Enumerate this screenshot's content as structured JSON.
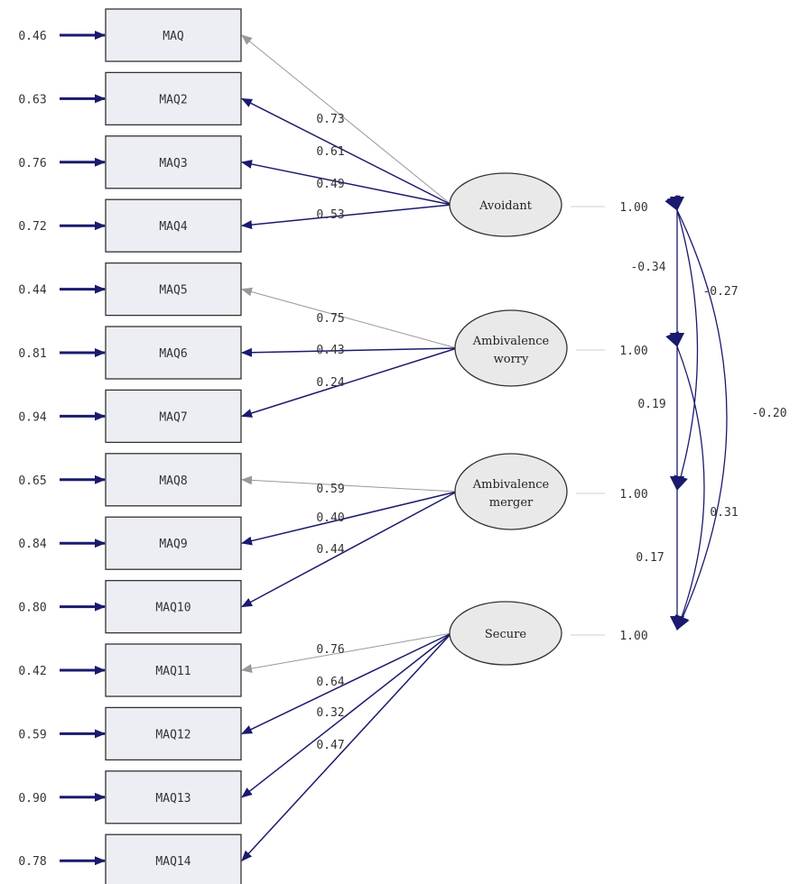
{
  "indicators": [
    {
      "label": "MAQ",
      "error": "0.46"
    },
    {
      "label": "MAQ2",
      "error": "0.63"
    },
    {
      "label": "MAQ3",
      "error": "0.76"
    },
    {
      "label": "MAQ4",
      "error": "0.72"
    },
    {
      "label": "MAQ5",
      "error": "0.44"
    },
    {
      "label": "MAQ6",
      "error": "0.81"
    },
    {
      "label": "MAQ7",
      "error": "0.94"
    },
    {
      "label": "MAQ8",
      "error": "0.65"
    },
    {
      "label": "MAQ9",
      "error": "0.84"
    },
    {
      "label": "MAQ10",
      "error": "0.80"
    },
    {
      "label": "MAQ11",
      "error": "0.42"
    },
    {
      "label": "MAQ12",
      "error": "0.59"
    },
    {
      "label": "MAQ13",
      "error": "0.90"
    },
    {
      "label": "MAQ14",
      "error": "0.78"
    }
  ],
  "factors": [
    {
      "lines": [
        "Avoidant"
      ],
      "variance": "1.00"
    },
    {
      "lines": [
        "Ambivalence",
        "worry"
      ],
      "variance": "1.00"
    },
    {
      "lines": [
        "Ambivalence",
        "merger"
      ],
      "variance": "1.00"
    },
    {
      "lines": [
        "Secure"
      ],
      "variance": "1.00"
    }
  ],
  "loadings": [
    {
      "factor": 0,
      "indicator": 0,
      "value": "0.73",
      "fixed": true
    },
    {
      "factor": 0,
      "indicator": 1,
      "value": "0.61",
      "fixed": false
    },
    {
      "factor": 0,
      "indicator": 2,
      "value": "0.49",
      "fixed": false
    },
    {
      "factor": 0,
      "indicator": 3,
      "value": "0.53",
      "fixed": false
    },
    {
      "factor": 1,
      "indicator": 4,
      "value": "0.75",
      "fixed": true
    },
    {
      "factor": 1,
      "indicator": 5,
      "value": "0.43",
      "fixed": false
    },
    {
      "factor": 1,
      "indicator": 6,
      "value": "0.24",
      "fixed": false
    },
    {
      "factor": 2,
      "indicator": 7,
      "value": "0.59",
      "fixed": true
    },
    {
      "factor": 2,
      "indicator": 8,
      "value": "0.40",
      "fixed": false
    },
    {
      "factor": 2,
      "indicator": 9,
      "value": "0.44",
      "fixed": false
    },
    {
      "factor": 3,
      "indicator": 10,
      "value": "0.76",
      "fixed": true
    },
    {
      "factor": 3,
      "indicator": 11,
      "value": "0.64",
      "fixed": false
    },
    {
      "factor": 3,
      "indicator": 12,
      "value": "0.32",
      "fixed": false
    },
    {
      "factor": 3,
      "indicator": 13,
      "value": "0.47",
      "fixed": false
    }
  ],
  "correlations": [
    {
      "from": 0,
      "to": 1,
      "value": "-0.34"
    },
    {
      "from": 0,
      "to": 2,
      "value": "-0.27"
    },
    {
      "from": 0,
      "to": 3,
      "value": "-0.20"
    },
    {
      "from": 1,
      "to": 2,
      "value": "0.19"
    },
    {
      "from": 1,
      "to": 3,
      "value": "0.31"
    },
    {
      "from": 2,
      "to": 3,
      "value": "0.17"
    }
  ],
  "colors": {
    "arrow": "#1a1a6e",
    "fixed_arrow": "#999999",
    "box_fill": "#eceef4",
    "ellipse_fill": "#e9e9e9",
    "text": "#333333"
  }
}
